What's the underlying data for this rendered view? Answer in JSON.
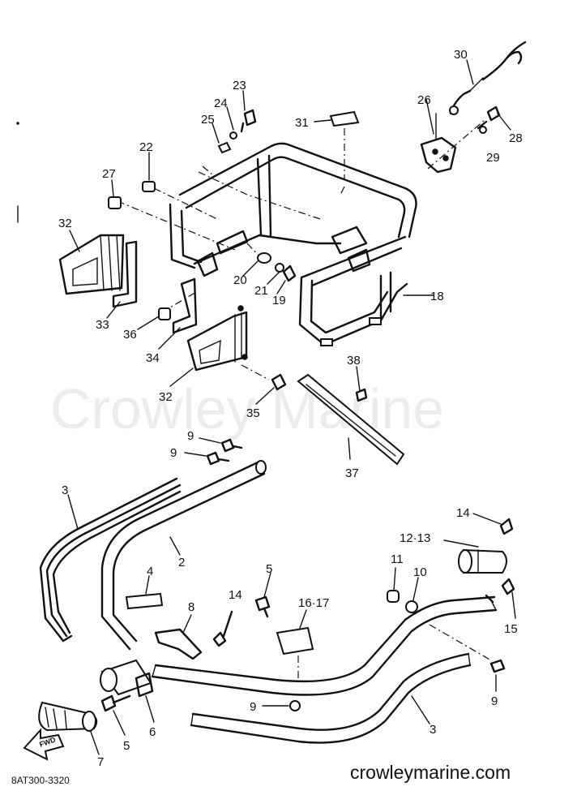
{
  "watermark": "Crowley Marine",
  "site_url": "crowleymarine.com",
  "diagram_code": "8AT300-3320",
  "fwd_label": "FWD",
  "callouts": [
    {
      "id": "c1",
      "label": "30"
    },
    {
      "id": "c2",
      "label": "23"
    },
    {
      "id": "c3",
      "label": "24"
    },
    {
      "id": "c4",
      "label": "25"
    },
    {
      "id": "c5",
      "label": "26"
    },
    {
      "id": "c6",
      "label": "31"
    },
    {
      "id": "c7",
      "label": "28"
    },
    {
      "id": "c8",
      "label": "29"
    },
    {
      "id": "c9",
      "label": "22"
    },
    {
      "id": "c10",
      "label": "27"
    },
    {
      "id": "c11",
      "label": "32"
    },
    {
      "id": "c12",
      "label": "20"
    },
    {
      "id": "c13",
      "label": "21"
    },
    {
      "id": "c14",
      "label": "19"
    },
    {
      "id": "c15",
      "label": "18"
    },
    {
      "id": "c16",
      "label": "33"
    },
    {
      "id": "c17",
      "label": "36"
    },
    {
      "id": "c18",
      "label": "34"
    },
    {
      "id": "c19",
      "label": "38"
    },
    {
      "id": "c20",
      "label": "32"
    },
    {
      "id": "c21",
      "label": "35"
    },
    {
      "id": "c22",
      "label": "9"
    },
    {
      "id": "c23",
      "label": "9"
    },
    {
      "id": "c24",
      "label": "37"
    },
    {
      "id": "c25",
      "label": "3"
    },
    {
      "id": "c26",
      "label": "14"
    },
    {
      "id": "c27",
      "label": "12·13"
    },
    {
      "id": "c28",
      "label": "2"
    },
    {
      "id": "c29",
      "label": "11"
    },
    {
      "id": "c30",
      "label": "10"
    },
    {
      "id": "c31",
      "label": "5"
    },
    {
      "id": "c32",
      "label": "4"
    },
    {
      "id": "c33",
      "label": "14"
    },
    {
      "id": "c34",
      "label": "8"
    },
    {
      "id": "c35",
      "label": "16·17"
    },
    {
      "id": "c36",
      "label": "15"
    },
    {
      "id": "c37",
      "label": "9"
    },
    {
      "id": "c38",
      "label": "9"
    },
    {
      "id": "c39",
      "label": "3"
    },
    {
      "id": "c40",
      "label": "6"
    },
    {
      "id": "c41",
      "label": "5"
    },
    {
      "id": "c42",
      "label": "7"
    }
  ]
}
